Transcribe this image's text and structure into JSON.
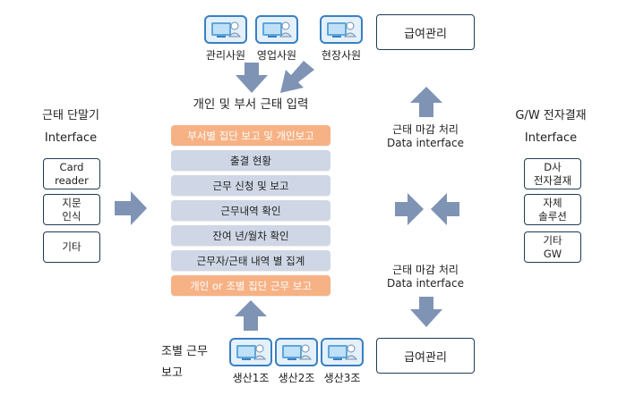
{
  "colors": {
    "arrow": "#7f93b5",
    "panel_blue": "#cfd7e6",
    "panel_orange": "#f6b285",
    "box_border": "#1f3b57",
    "icon_border": "#3a7fc1",
    "icon_fill": "#e4f1fb"
  },
  "top_workers": [
    {
      "label": "관리사원",
      "icon": "computer-user-icon"
    },
    {
      "label": "영업사원",
      "icon": "computer-user-icon"
    },
    {
      "label": "현장사원",
      "icon": "computer-user-icon"
    }
  ],
  "bottom_workers": [
    {
      "label": "생산1조",
      "icon": "computer-user-icon"
    },
    {
      "label": "생산2조",
      "icon": "computer-user-icon"
    },
    {
      "label": "생산3조",
      "icon": "computer-user-icon"
    }
  ],
  "center": {
    "title": "개인 및 부서 근태 입력",
    "items": [
      "부서별 집단 보고 및 개인보고",
      "출결 현황",
      "근무 신청 및 보고",
      "근무내역 확인",
      "잔여 년/월차 확인",
      "근무자/근태 내역 별 집계",
      "개인 or 조별 집단 근무 보고"
    ]
  },
  "left": {
    "title": "근태 단말기",
    "subtitle": "Interface",
    "boxes": [
      [
        "Card",
        "reader"
      ],
      [
        "지문",
        "인식"
      ],
      [
        "기타"
      ]
    ]
  },
  "right": {
    "title": "G/W 전자결재",
    "subtitle": "Interface",
    "boxes": [
      [
        "D사",
        "전자결재"
      ],
      [
        "자체",
        "솔루션"
      ],
      [
        "기타",
        "GW"
      ]
    ]
  },
  "top_right": {
    "box_label": "급여관리",
    "caption_line1": "근태 마감 처리",
    "caption_line2": "Data interface"
  },
  "bottom_right": {
    "box_label": "급여관리",
    "caption_line1": "근태 마감 처리",
    "caption_line2": "Data interface"
  },
  "bottom_left": {
    "line1": "조별 근무",
    "line2": "보고"
  }
}
